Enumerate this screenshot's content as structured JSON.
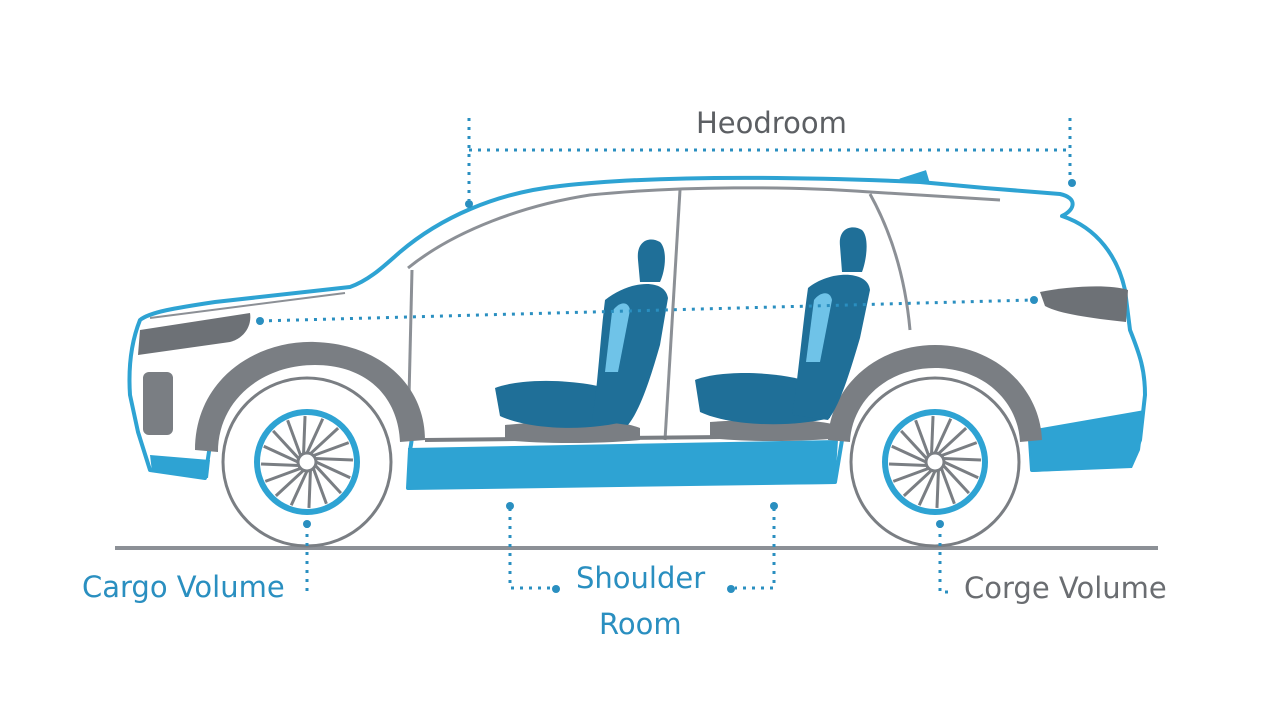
{
  "labels": {
    "headroom": "Heodroom",
    "cargo_left": "Cargo Volume",
    "shoulder_room_line1": "Shoulder",
    "shoulder_room_line2": "Room",
    "cargo_right": "Corge Volume"
  },
  "colors": {
    "accent_blue": "#2ea3d3",
    "seat_blue": "#1f6f98",
    "seat_highlight": "#6fc3e8",
    "body_gray": "#7a7e83",
    "outline_gray": "#8c9096",
    "dark_text": "#5c5f63",
    "label_blue": "#2a8fc0"
  }
}
